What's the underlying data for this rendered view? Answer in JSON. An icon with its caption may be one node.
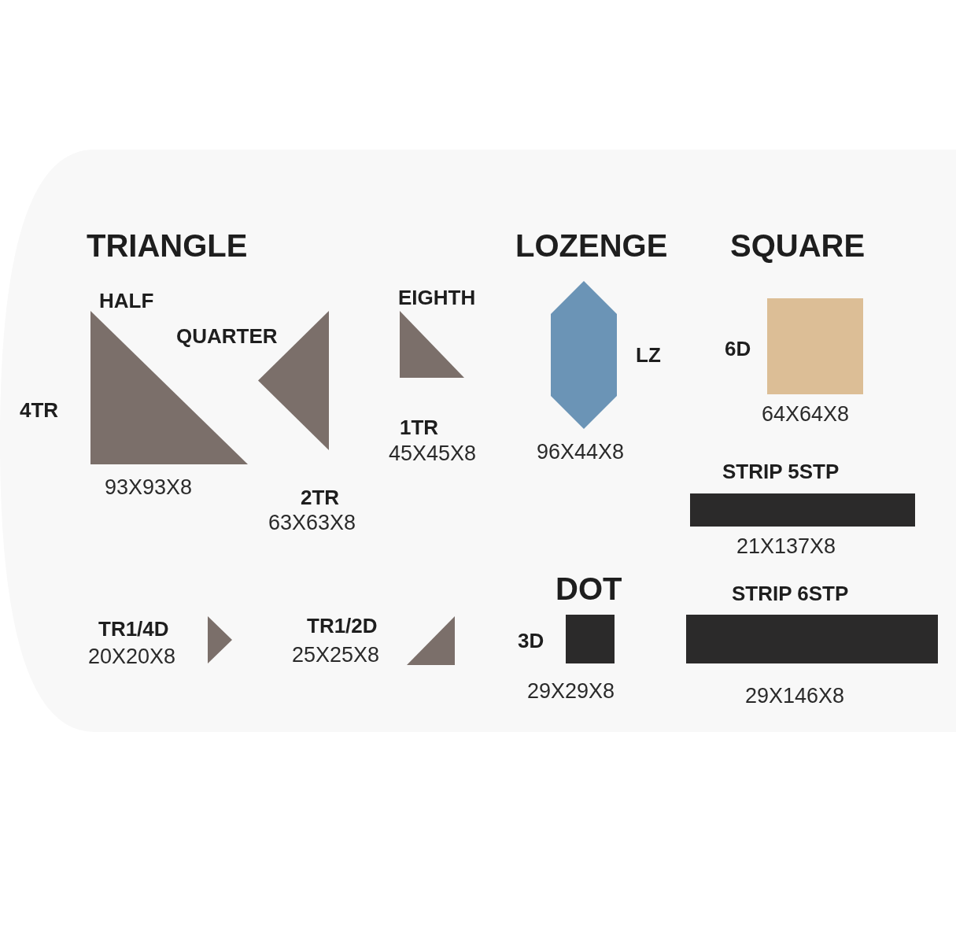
{
  "diagram": {
    "nodes": [
      {
        "text": [],
        "shape": "triangle",
        "beside": [
          "HALF",
          "4TR",
          "93X93X8"
        ]
      },
      {
        "text": [],
        "shape": "triangle",
        "beside": [
          "QUARTER",
          "2TR",
          "63X63X8"
        ]
      },
      {
        "text": [],
        "shape": "triangle",
        "beside": [
          "EIGHTH",
          "1TR",
          "45X45X8"
        ]
      },
      {
        "text": [],
        "shape": "hexagon",
        "beside": [
          "LZ",
          "96X44X8"
        ]
      },
      {
        "text": [],
        "shape": "square",
        "beside": [
          "6D",
          "64X64X8"
        ]
      },
      {
        "text": [],
        "shape": "bar",
        "beside": [
          "STRIP 5STP",
          "21X137X8"
        ]
      },
      {
        "text": [],
        "shape": "square",
        "beside": [
          "3D",
          "29X29X8"
        ]
      },
      {
        "text": [],
        "shape": "bar",
        "beside": [
          "STRIP 6STP",
          "29X146X8"
        ]
      },
      {
        "text": [],
        "shape": "triangle",
        "beside": [
          "TR1/4D",
          "20X20X8"
        ]
      },
      {
        "text": [],
        "shape": "triangle",
        "beside": [
          "TR1/2D",
          "25X25X8"
        ]
      }
    ],
    "labels": [
      "TRIANGLE",
      "LOZENGE",
      "SQUARE",
      "DOT"
    ]
  }
}
